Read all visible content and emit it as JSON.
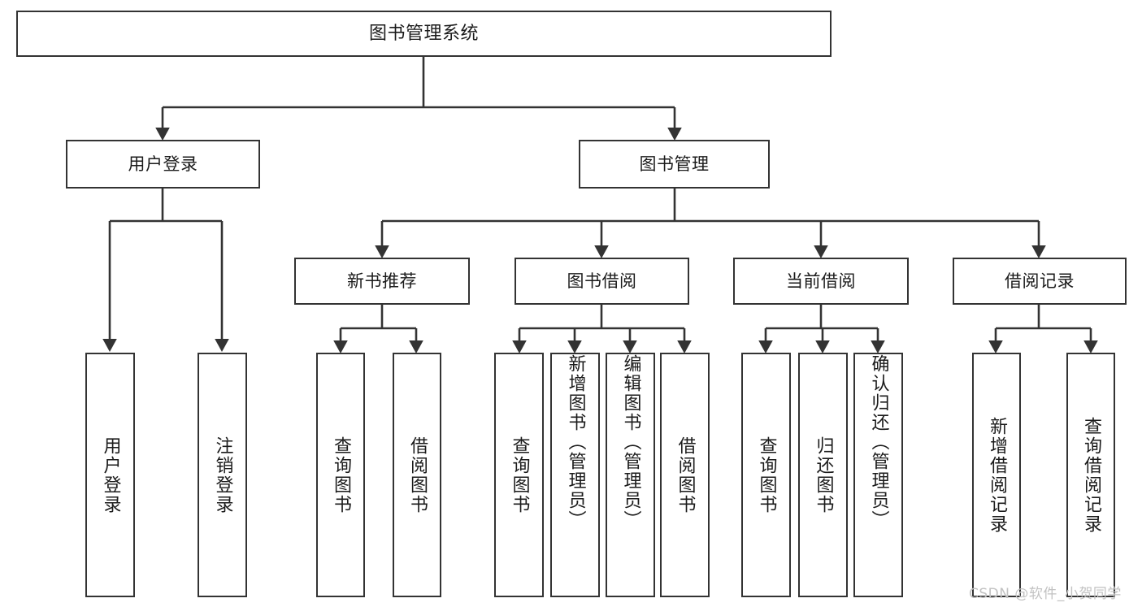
{
  "diagram": {
    "title_node": {
      "label": "图书管理系统"
    },
    "level2": [
      {
        "id": "user-login",
        "label": "用户登录"
      },
      {
        "id": "book-management",
        "label": "图书管理"
      }
    ],
    "level3": [
      {
        "id": "new-book-recommend",
        "label": "新书推荐"
      },
      {
        "id": "book-borrow",
        "label": "图书借阅"
      },
      {
        "id": "current-borrow",
        "label": "当前借阅"
      },
      {
        "id": "borrow-record",
        "label": "借阅记录"
      }
    ],
    "leaves": [
      {
        "id": "leaf-user-login",
        "label": "用户登录",
        "parent": "user-login"
      },
      {
        "id": "leaf-logout-login",
        "label": "注销登录",
        "parent": "user-login"
      },
      {
        "id": "leaf-query-book-1",
        "label": "查询图书",
        "parent": "new-book-recommend"
      },
      {
        "id": "leaf-borrow-book-1",
        "label": "借阅图书",
        "parent": "new-book-recommend"
      },
      {
        "id": "leaf-query-book-2",
        "label": "查询图书",
        "parent": "book-borrow"
      },
      {
        "id": "leaf-add-book",
        "label": "新增图书（管理员）",
        "parent": "book-borrow"
      },
      {
        "id": "leaf-edit-book",
        "label": "编辑图书（管理员）",
        "parent": "book-borrow"
      },
      {
        "id": "leaf-borrow-book-2",
        "label": "借阅图书",
        "parent": "book-borrow"
      },
      {
        "id": "leaf-query-book-3",
        "label": "查询图书",
        "parent": "current-borrow"
      },
      {
        "id": "leaf-return-book",
        "label": "归还图书",
        "parent": "current-borrow"
      },
      {
        "id": "leaf-confirm-return",
        "label": "确认归还（管理员）",
        "parent": "current-borrow"
      },
      {
        "id": "leaf-add-borrow-record",
        "label": "新增借阅记录",
        "parent": "borrow-record"
      },
      {
        "id": "leaf-query-borrow-record",
        "label": "查询借阅记录",
        "parent": "borrow-record"
      }
    ],
    "watermark": "CSDN @软件_小贺同学",
    "colors": {
      "border": "#333333",
      "background": "#ffffff",
      "text": "#1b1b1b",
      "watermark": "#c2c2c2"
    }
  }
}
